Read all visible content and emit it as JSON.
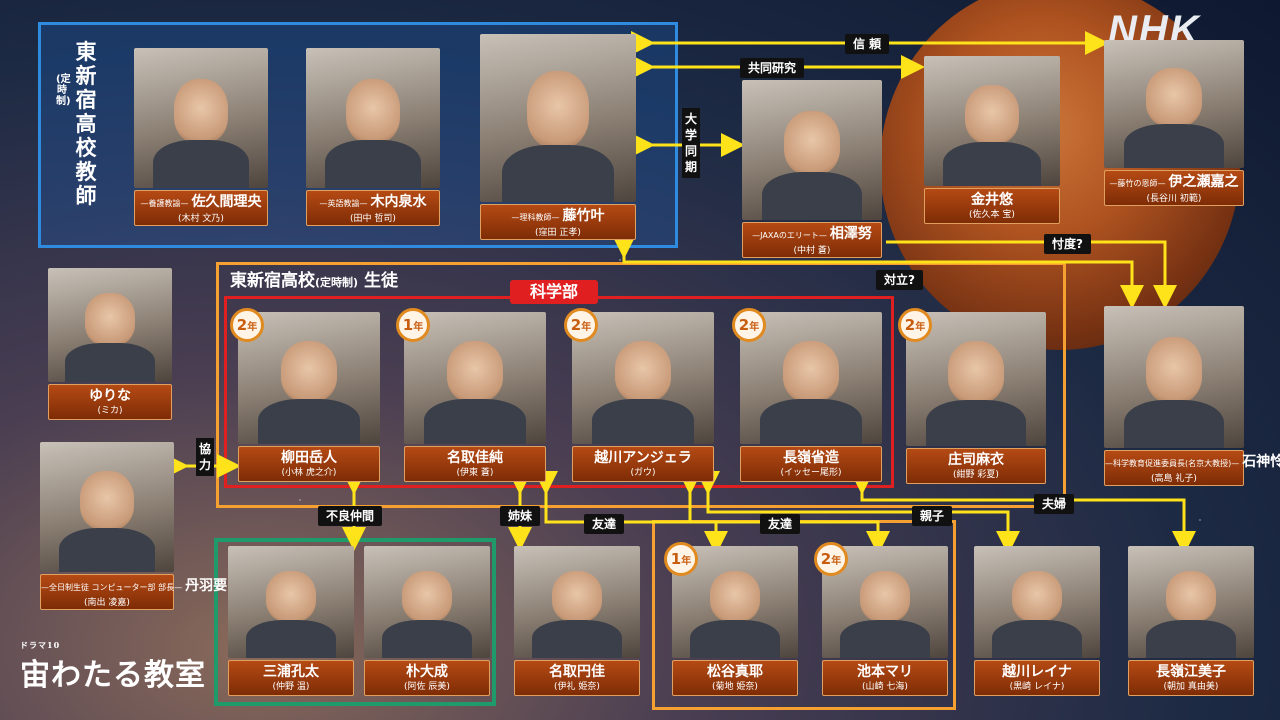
{
  "logo": "NHK",
  "show_title": "宙わたる教室",
  "show_title_small": "ドラマ10",
  "teachers_title": "東新宿高校教師",
  "teachers_title_sub": "(定時制)",
  "students_title": "東新宿高校",
  "students_title_sub": "(定時制)",
  "students_title_tail": "生徒",
  "science_club": "科学部",
  "people": {
    "sakuma": {
      "role": "—養護教諭—",
      "name": "佐久間理央",
      "actor": "(木村 文乃)"
    },
    "kiuchi": {
      "role": "—英語教諭—",
      "name": "木内泉水",
      "actor": "(田中 哲司)"
    },
    "fujitake": {
      "role": "—理科教師—",
      "name": "藤竹叶",
      "actor": "(窪田 正孝)"
    },
    "aizawa": {
      "role": "—JAXAのエリート—",
      "name": "相澤努",
      "actor": "(中村 蒼)"
    },
    "kanai": {
      "role": "",
      "name": "金井悠",
      "actor": "(佐久本 宝)"
    },
    "inose": {
      "role": "—藤竹の恩師—",
      "name": "伊之瀬嘉之",
      "actor": "(長谷川 初範)"
    },
    "yurina": {
      "role": "",
      "name": "ゆりな",
      "actor": "(ミカ)"
    },
    "yanagida": {
      "role": "",
      "name": "柳田岳人",
      "actor": "(小林 虎之介)",
      "grade": "2"
    },
    "natori_k": {
      "role": "",
      "name": "名取佳純",
      "actor": "(伊東 蒼)",
      "grade": "1"
    },
    "koshikawa_a": {
      "role": "",
      "name": "越川アンジェラ",
      "actor": "(ガウ)",
      "grade": "2"
    },
    "nagamine_s": {
      "role": "",
      "name": "長嶺省造",
      "actor": "(イッセー尾形)",
      "grade": "2"
    },
    "shoji": {
      "role": "",
      "name": "庄司麻衣",
      "actor": "(紺野 彩夏)",
      "grade": "2"
    },
    "ishigami": {
      "role": "—科学教育促進委員長(名京大教授)—",
      "name": "石神怜生",
      "actor": "(高島 礼子)"
    },
    "niwa": {
      "role": "—全日制生徒 コンピューター部 部長—",
      "name": "丹羽要",
      "actor": "(南出 凌嘉)"
    },
    "miura": {
      "role": "",
      "name": "三浦孔太",
      "actor": "(仲野 温)"
    },
    "boku": {
      "role": "",
      "name": "朴大成",
      "actor": "(阿佐 辰美)"
    },
    "natori_m": {
      "role": "",
      "name": "名取円佳",
      "actor": "(伊礼 姫奈)"
    },
    "matsutani": {
      "role": "",
      "name": "松谷真耶",
      "actor": "(菊地 姫奈)",
      "grade": "1"
    },
    "ikemoto": {
      "role": "",
      "name": "池本マリ",
      "actor": "(山崎 七海)",
      "grade": "2"
    },
    "koshikawa_r": {
      "role": "",
      "name": "越川レイナ",
      "actor": "(黒崎 レイナ)"
    },
    "nagamine_e": {
      "role": "",
      "name": "長嶺江美子",
      "actor": "(朝加 真由美)"
    }
  },
  "grade_suffix": "年",
  "relations": {
    "shinrai": "信 頼",
    "kyodo": "共同研究",
    "daigaku": "大学同期",
    "sontaku": "忖度?",
    "tairitsu": "対立?",
    "kyoryoku": "協力",
    "furyo": "不良仲間",
    "shimai": "姉妹",
    "tomodachi1": "友達",
    "tomodachi2": "友達",
    "oyako": "親子",
    "fufu": "夫婦"
  }
}
